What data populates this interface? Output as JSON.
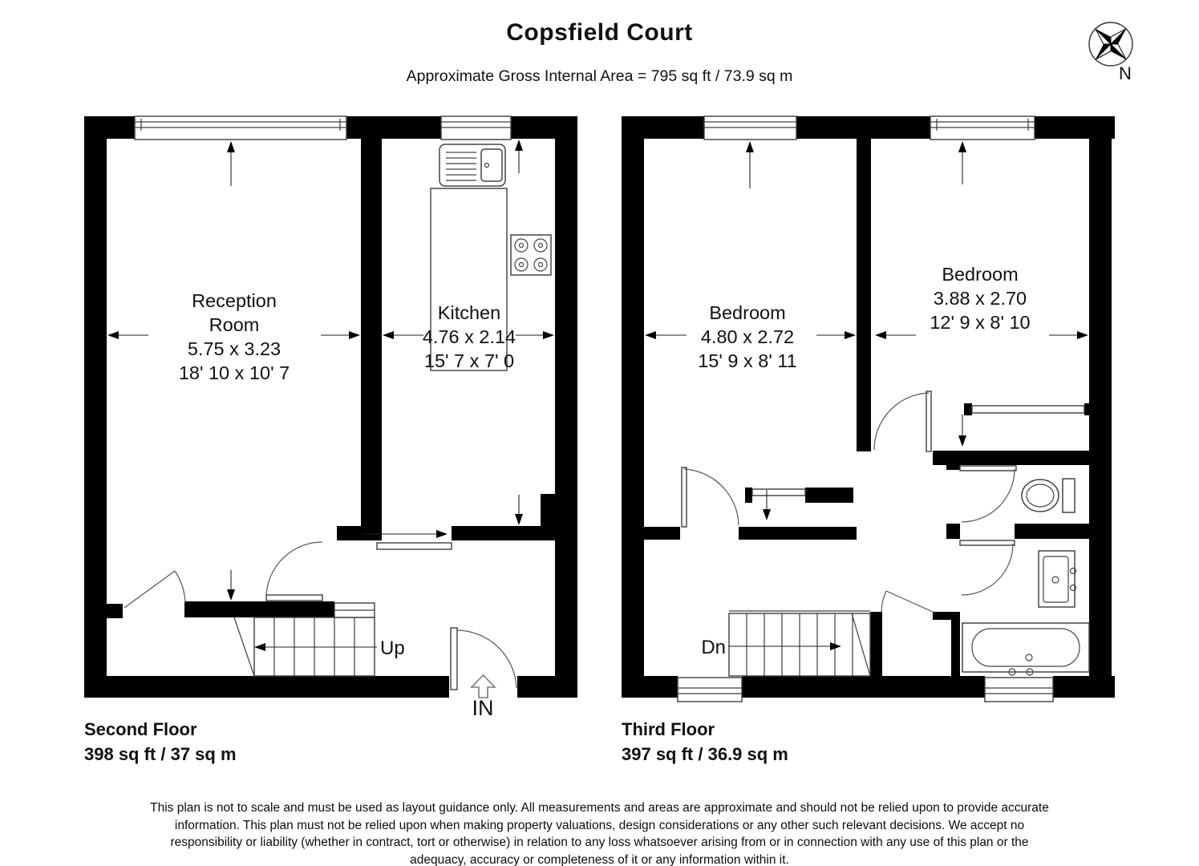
{
  "header": {
    "title": "Copsfield Court",
    "subtitle": "Approximate Gross Internal Area = 795 sq ft / 73.9 sq m"
  },
  "compass": {
    "label": "N"
  },
  "plans": {
    "second": {
      "floor_name": "Second Floor",
      "floor_area": "398 sq ft / 37 sq m",
      "stairs_label": "Up",
      "entrance_label": "IN",
      "rooms": {
        "reception": {
          "line1": "Reception",
          "line2": "Room",
          "dims_m": "5.75 x 3.23",
          "dims_ft": "18' 10 x 10' 7"
        },
        "kitchen": {
          "name": "Kitchen",
          "dims_m": "4.76 x 2.14",
          "dims_ft": "15' 7 x 7' 0"
        }
      }
    },
    "third": {
      "floor_name": "Third Floor",
      "floor_area": "397 sq ft / 36.9 sq m",
      "stairs_label": "Dn",
      "rooms": {
        "bedroom1": {
          "name": "Bedroom",
          "dims_m": "4.80 x 2.72",
          "dims_ft": "15' 9 x 8' 11"
        },
        "bedroom2": {
          "name": "Bedroom",
          "dims_m": "3.88 x 2.70",
          "dims_ft": "12' 9 x 8' 10"
        }
      }
    }
  },
  "colors": {
    "walls": "#000000",
    "lines": "#3d3d3d",
    "text": "#111111"
  },
  "disclaimer": {
    "text": "This plan is not to scale and must be used as layout guidance only. All measurements and areas are approximate and should not be relied upon to provide accurate information. This plan must not be relied upon when making property valuations, design considerations or any other such relevant decisions. We accept no responsibility or liability (whether in contract, tort or otherwise) in relation to any loss whatsoever arising from or in connection with any use of this plan or the adequacy, accuracy or completeness of it or any information within it."
  }
}
